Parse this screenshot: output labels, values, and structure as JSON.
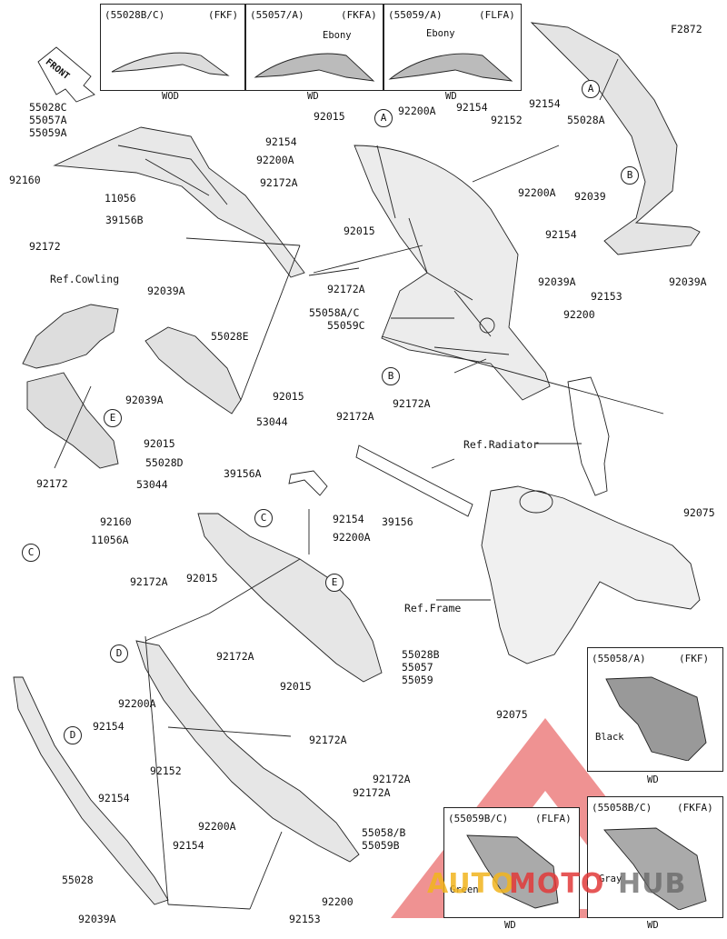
{
  "diagram_code": "F2872",
  "front_label": "FRONT",
  "color_variants": [
    {
      "code": "(55028B/C)",
      "model": "(FKF)",
      "color": "",
      "trim": "WOD"
    },
    {
      "code": "(55057/A)",
      "model": "(FKFA)",
      "color": "Ebony",
      "trim": "WD"
    },
    {
      "code": "(55059/A)",
      "model": "(FLFA)",
      "color": "Ebony",
      "trim": "WD"
    }
  ],
  "side_variants": [
    {
      "code": "(55058/A)",
      "model": "(FKF)",
      "color": "Black",
      "trim": "WD"
    },
    {
      "code": "(55059B/C)",
      "model": "(FLFA)",
      "color": "Green",
      "trim": "WD"
    },
    {
      "code": "(55058B/C)",
      "model": "(FKFA)",
      "color": "Gray",
      "trim": "WD"
    }
  ],
  "references": {
    "cowling": "Ref.Cowling",
    "radiator": "Ref.Radiator",
    "frame": "Ref.Frame"
  },
  "callouts": [
    "A",
    "B",
    "C",
    "D",
    "E"
  ],
  "part_labels": {
    "upper_group": [
      "55028C",
      "55057A",
      "55059A"
    ],
    "p92160a": "92160",
    "p11056": "11056",
    "p92172a": "92172",
    "p39156b": "39156B",
    "p92154a": "92154",
    "p92200a_a": "92200A",
    "p92172a_a": "92172A",
    "p92015a": "92015",
    "p92200a_b": "92200A",
    "p92154b": "92154",
    "p92152a": "92152",
    "p92154c": "92154",
    "p55028a": "55028A",
    "p92039": "92039",
    "p92200a_c": "92200A",
    "p92154d": "92154",
    "p92015b": "92015",
    "p92172a_b": "92172A",
    "mid_group": [
      "55058A/C",
      "55059C"
    ],
    "p92039a_a": "92039A",
    "p92039a_b": "92039A",
    "p92153a": "92153",
    "p92200": "92200",
    "p92172a_c": "92172A",
    "p92172a_d": "92172A",
    "p92039a_c": "92039A",
    "p55028e": "55028E",
    "p92039a_d": "92039A",
    "p92015c": "92015",
    "p53044a": "53044",
    "p92015d": "92015",
    "p55028d": "55028D",
    "p53044b": "53044",
    "p92172b": "92172",
    "p92160b": "92160",
    "p11056a": "11056A",
    "p39156a": "39156A",
    "p39156": "39156",
    "p92154e": "92154",
    "p92200a_d": "92200A",
    "p92075a": "92075",
    "p92172a_e": "92172A",
    "p92015e": "92015",
    "lower_group": [
      "55028B",
      "55057",
      "55059"
    ],
    "p92172a_f": "92172A",
    "p92200a_e": "92200A",
    "p92154f": "92154",
    "p92015f": "92015",
    "p92152b": "92152",
    "p92172a_g": "92172A",
    "p92172a_h": "92172A",
    "p92172a_i": "92172A",
    "p92154g": "92154",
    "p92200a_f": "92200A",
    "p92154h": "92154",
    "bottom_group": [
      "55058/B",
      "55059B"
    ],
    "p55028": "55028",
    "p92039a_e": "92039A",
    "p92153b": "92153",
    "p92200b": "92200",
    "p92075b": "92075"
  },
  "watermark": {
    "part1": "AUTO",
    "part2": "MOTO",
    "part3": "HUB"
  }
}
